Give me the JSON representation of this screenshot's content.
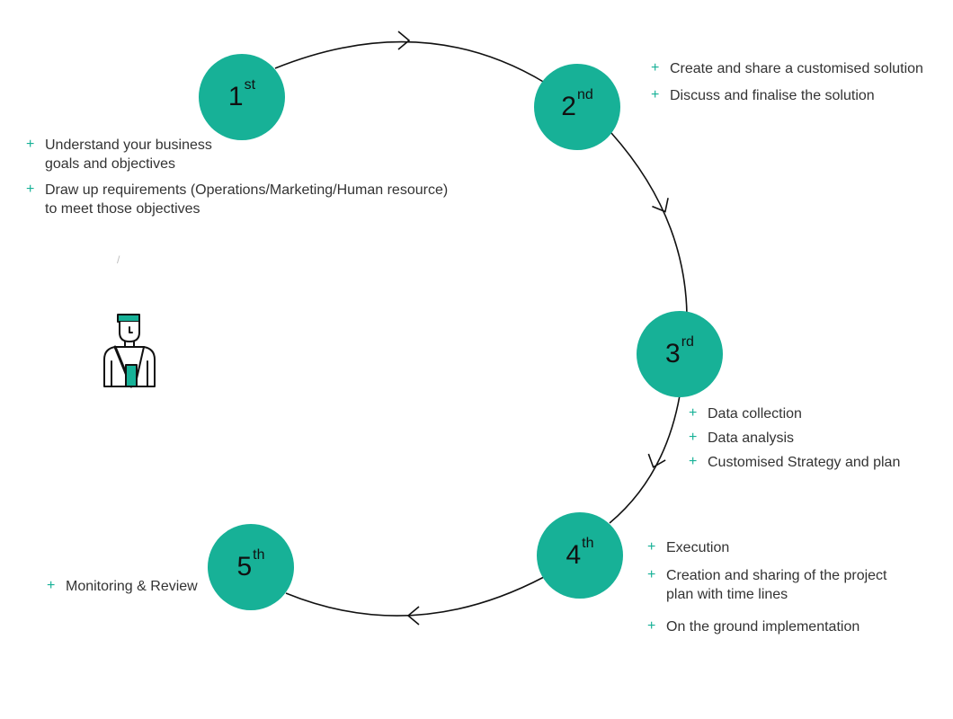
{
  "colors": {
    "accent": "#17b197",
    "text": "#333333",
    "line": "#111111"
  },
  "icon": "person-icon",
  "steps": [
    {
      "num": "1",
      "suffix": "st",
      "items": [
        [
          "Understand your business",
          "goals and objectives"
        ],
        [
          "Draw up requirements (Operations/Marketing/Human resource)",
          "to meet those objectives"
        ]
      ]
    },
    {
      "num": "2",
      "suffix": "nd",
      "items": [
        [
          "Create and share a customised solution"
        ],
        [
          "Discuss and finalise the solution"
        ]
      ]
    },
    {
      "num": "3",
      "suffix": "rd",
      "items": [
        [
          "Data collection"
        ],
        [
          "Data analysis"
        ],
        [
          "Customised Strategy and plan"
        ]
      ]
    },
    {
      "num": "4",
      "suffix": "th",
      "items": [
        [
          "Execution"
        ],
        [
          "Creation and sharing of the project",
          "plan with time lines"
        ],
        [
          "On the ground implementation"
        ]
      ]
    },
    {
      "num": "5",
      "suffix": "th",
      "items": [
        [
          "Monitoring & Review"
        ]
      ]
    }
  ]
}
